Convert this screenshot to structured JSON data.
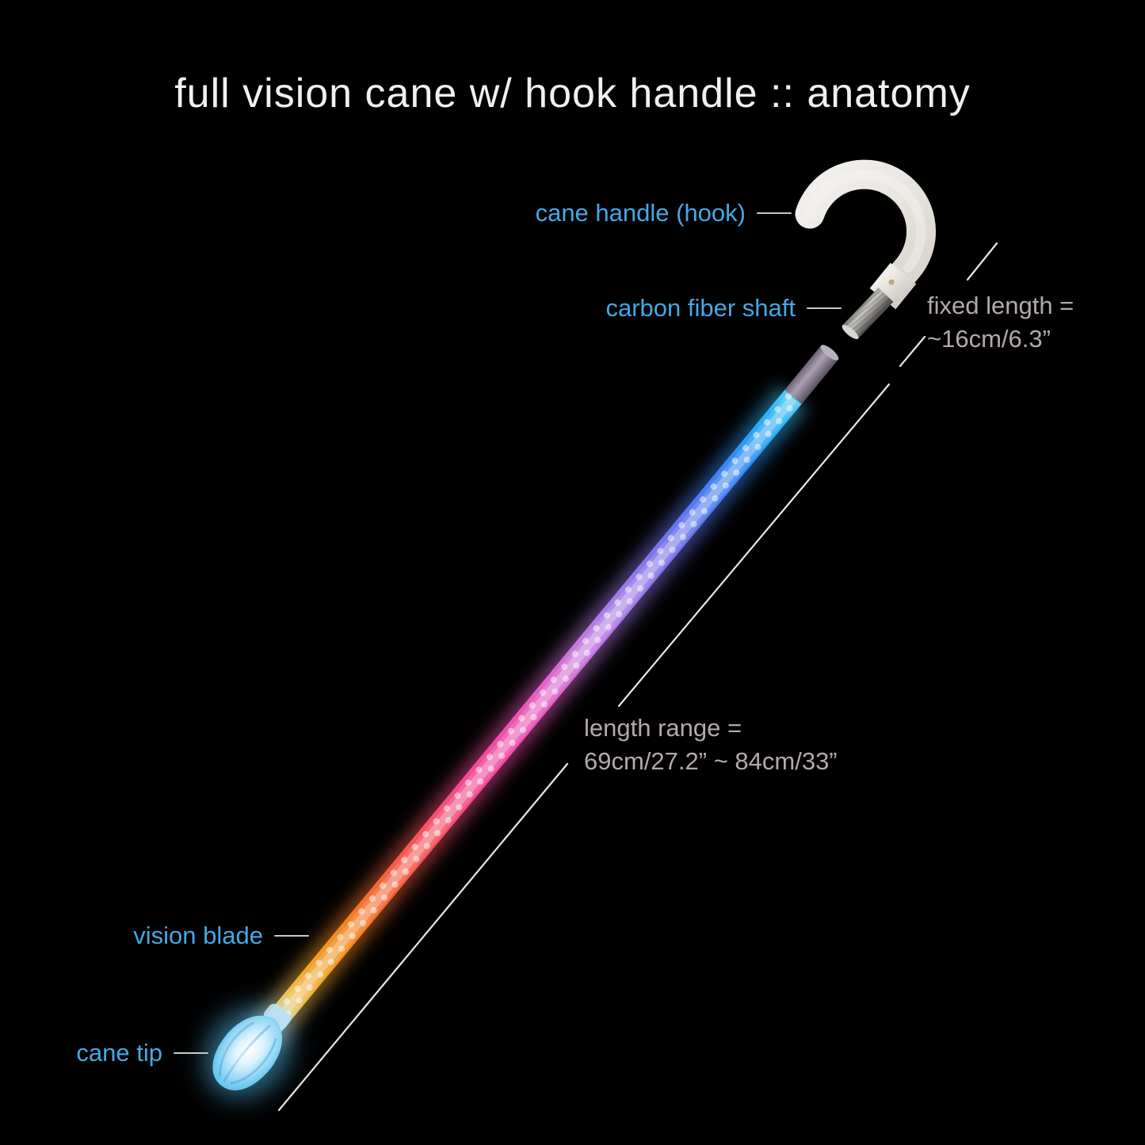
{
  "title": "full vision cane w/ hook handle :: anatomy",
  "labels": {
    "cane_handle": "cane handle (hook)",
    "carbon_fiber_shaft": "carbon fiber shaft",
    "vision_blade": "vision blade",
    "cane_tip": "cane tip"
  },
  "measurements": {
    "fixed_length": {
      "line1": "fixed length =",
      "line2": "~16cm/6.3”"
    },
    "length_range": {
      "line1": "length range =",
      "line2": "69cm/27.2” ~ 84cm/33”"
    }
  },
  "colors": {
    "background": "#000000",
    "title_text": "#f2f0ee",
    "label_blue": "#43a9e5",
    "measure_gray": "#b3a9ac",
    "leader_dash": "#c9c9c9",
    "measure_line": "#e8e8e6",
    "handle_white": "#e9e6e1",
    "carbon_gray": "#9a9894",
    "connector_gray": "#aaa0b5",
    "tip_blue": "#64c3f0",
    "blade_gradient": [
      "#55cdf2",
      "#2fb6f5",
      "#2f8df5",
      "#4f7af0",
      "#7c73ec",
      "#a37ee8",
      "#c877dd",
      "#e55ec2",
      "#f04ea8",
      "#f54a92",
      "#f4535f",
      "#f4603e",
      "#f57e22",
      "#f2a227",
      "#efc45c",
      "#ece0b8"
    ]
  }
}
